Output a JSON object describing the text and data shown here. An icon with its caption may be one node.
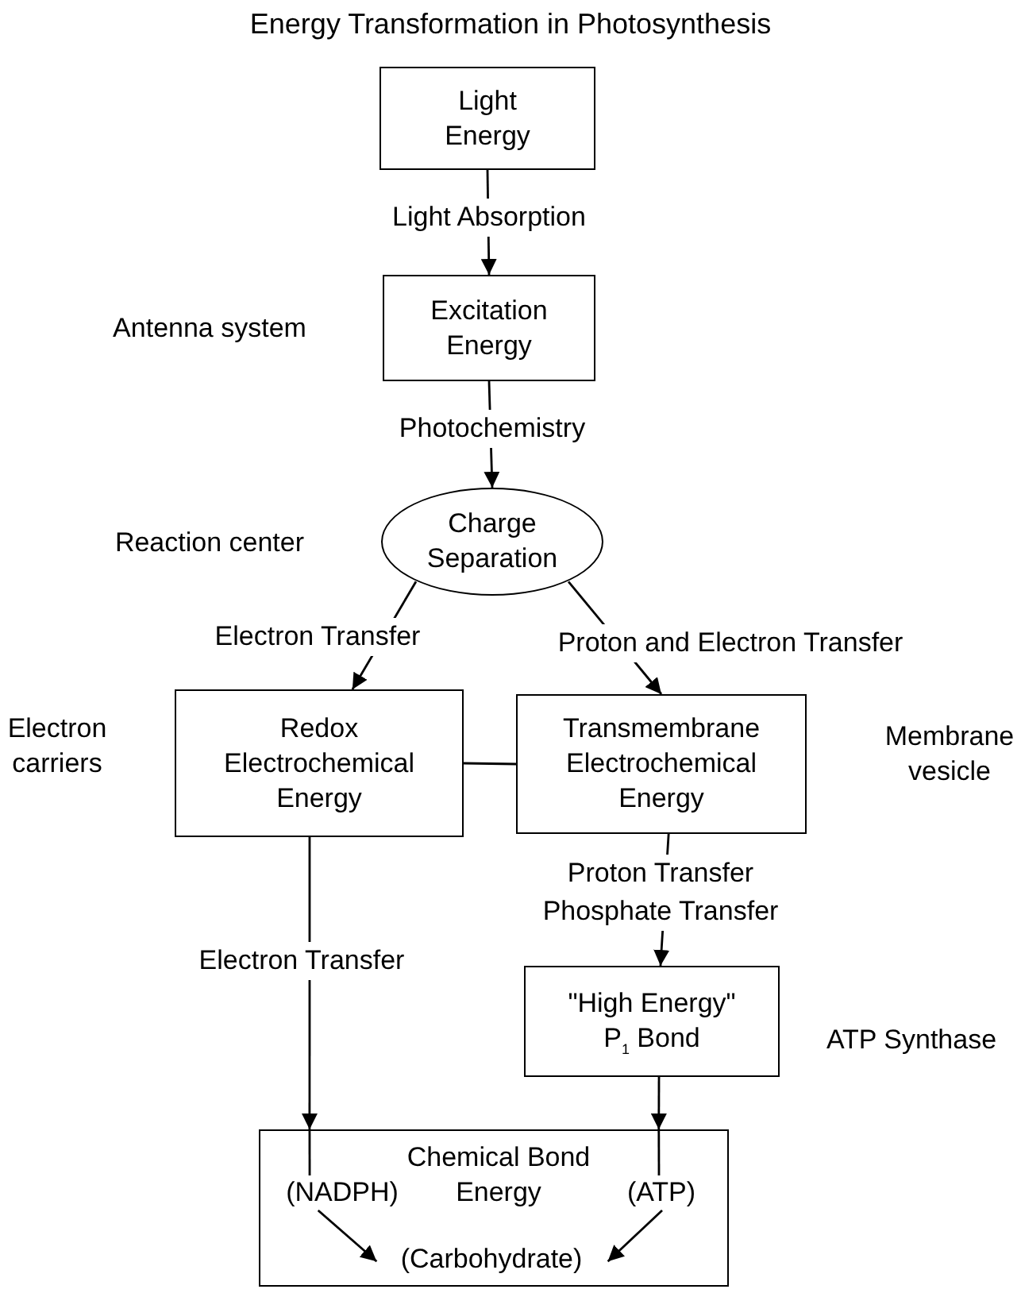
{
  "diagram": {
    "title": "Energy Transformation in Photosynthesis",
    "nodes": [
      {
        "text": [
          "Light Energy"
        ]
      },
      {
        "text": [
          "Excitation Energy"
        ],
        "beside": [
          "Antenna system"
        ]
      },
      {
        "text": [
          "Charge Separation"
        ],
        "beside": [
          "Reaction center"
        ]
      },
      {
        "text": [
          "Redox Electrochemical Energy"
        ],
        "beside": [
          "Electron carriers"
        ]
      },
      {
        "text": [
          "Transmembrane Electrochemical Energy"
        ],
        "beside": [
          "Membrane vesicle"
        ]
      },
      {
        "text": [
          "\"High Energy\" P$_{1}$ Bond"
        ],
        "beside": [
          "ATP Synthase"
        ]
      },
      {
        "text": [
          "Chemical Bond Energy"
        ]
      },
      {
        "text": [
          "(NADPH)"
        ],
        "in": 6
      },
      {
        "text": [
          "(ATP)"
        ],
        "in": 6
      },
      {
        "text": [
          "(Carbohydrate)"
        ],
        "in": 6
      }
    ],
    "edges": [
      {
        "from": 0,
        "to": 1,
        "arrow": "to",
        "label": "Light Absorption"
      },
      {
        "from": 1,
        "to": 2,
        "arrow": "to",
        "label": "Photochemistry"
      },
      {
        "from": 2,
        "to": 3,
        "arrow": "to",
        "label": "Electron Transfer"
      },
      {
        "from": 2,
        "to": 4,
        "arrow": "to",
        "label": "Proton and Electron Transfer"
      },
      {
        "from": 3,
        "to": 4,
        "arrow": "none"
      },
      {
        "from": 4,
        "to": 5,
        "arrow": "to",
        "label": "Proton Transfer Phosphate Transfer"
      },
      {
        "from": 3,
        "to": 6,
        "arrow": "to",
        "label": "Electron Transfer"
      },
      {
        "from": 6,
        "to": 7,
        "arrow": "none"
      },
      {
        "from": 5,
        "to": 6,
        "arrow": "to"
      },
      {
        "from": 6,
        "to": 8,
        "arrow": "none"
      },
      {
        "from": 7,
        "to": 9,
        "arrow": "to"
      },
      {
        "from": 8,
        "to": 9,
        "arrow": "to"
      }
    ]
  }
}
